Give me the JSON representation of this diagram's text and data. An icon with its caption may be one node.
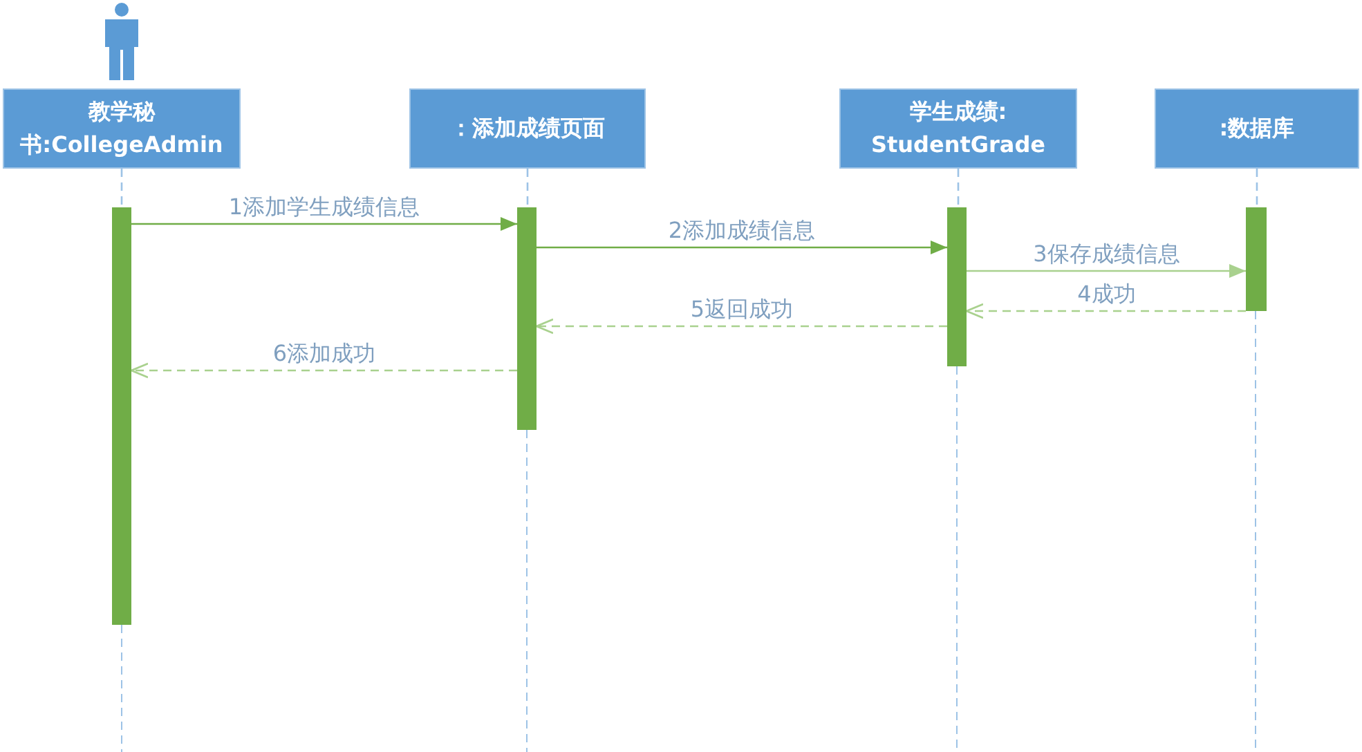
{
  "diagram": {
    "nodes": [
      {
        "text": [],
        "shape": "person"
      },
      {
        "text": [
          "教学秘书:CollegeAdmin"
        ]
      },
      {
        "text": [
          "：添加成绩页面"
        ]
      },
      {
        "text": [
          "学生成绩: StudentGrade"
        ]
      },
      {
        "text": [
          ":数据库"
        ]
      },
      {
        "text": [],
        "shape": "bar"
      },
      {
        "text": [],
        "shape": "bar"
      },
      {
        "text": [],
        "shape": "bar"
      },
      {
        "text": [],
        "shape": "bar"
      }
    ],
    "edges": [
      {
        "from": 1,
        "to": 5,
        "arrow": "none",
        "style": "dashed",
        "color": "#9dc3e6"
      },
      {
        "from": 2,
        "to": 6,
        "arrow": "none",
        "style": "dashed",
        "color": "#9dc3e6"
      },
      {
        "from": 3,
        "to": 7,
        "arrow": "none",
        "style": "dashed",
        "color": "#9dc3e6"
      },
      {
        "from": 4,
        "to": 8,
        "arrow": "none",
        "style": "dashed",
        "color": "#9dc3e6"
      },
      {
        "from": 5,
        "to": 6,
        "arrow": "to",
        "label": "1添加学生成绩信息",
        "color": "#70ad47"
      },
      {
        "from": 6,
        "to": 7,
        "arrow": "to",
        "label": "2添加成绩信息",
        "color": "#70ad47"
      },
      {
        "from": 7,
        "to": 8,
        "arrow": "to",
        "label": "3保存成绩信息",
        "color": "#a9d18e"
      },
      {
        "from": 8,
        "to": 7,
        "arrow": "to",
        "label": "4成功",
        "style": "dashed",
        "color": "#a9d18e"
      },
      {
        "from": 7,
        "to": 6,
        "arrow": "to",
        "label": "5返回成功",
        "style": "dashed",
        "color": "#a9d18e"
      },
      {
        "from": 6,
        "to": 5,
        "arrow": "to",
        "label": "6添加成功",
        "style": "dashed",
        "color": "#a9d18e"
      }
    ]
  }
}
